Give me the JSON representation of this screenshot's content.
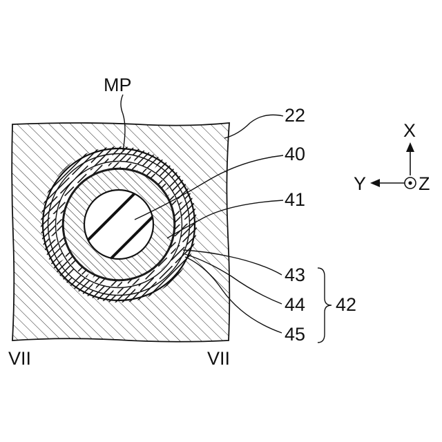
{
  "labels": {
    "mp": "MP",
    "l22": "22",
    "l40": "40",
    "l41": "41",
    "l43": "43",
    "l44": "44",
    "l45": "45",
    "l42": "42",
    "vii_left": "VII",
    "vii_right": "VII"
  },
  "axes": {
    "x": "X",
    "y": "Y",
    "z": "Z"
  },
  "colors": {
    "ink": "#111111",
    "paper": "#ffffff"
  }
}
